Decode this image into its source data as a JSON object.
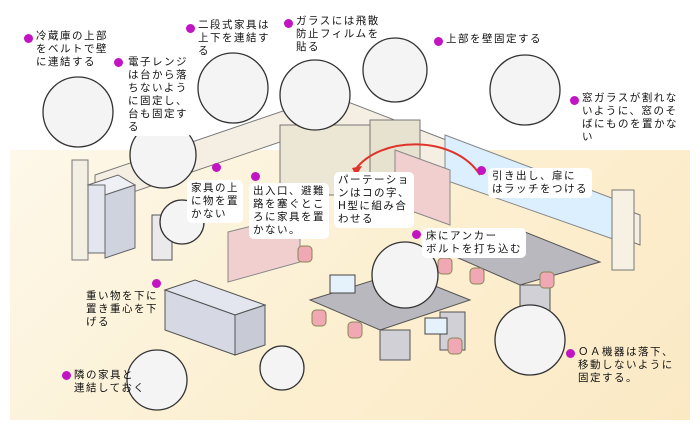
{
  "colors": {
    "bullet": "#c214c2",
    "floor": "#fcefd0",
    "partition": "#f2cfcf",
    "chair": "#f0a8b4",
    "furniture": "#d9d9df",
    "glass": "#d6ecf8",
    "arrow": "#e0342a"
  },
  "labels": [
    {
      "id": "fridge",
      "text": "冷蔵庫の上部\nをベルトで壁\nに連結する"
    },
    {
      "id": "microwave",
      "text": "電子レンジ\nは台から落\nちないよう\nに固定し、\n台も固定す\nる"
    },
    {
      "id": "two-tier",
      "text": "二段式家具は\n上下を連結す\nる"
    },
    {
      "id": "glass-film",
      "text": "ガラスには飛散\n防止フィルムを\n貼る"
    },
    {
      "id": "top-wall",
      "text": "上部を壁固定する"
    },
    {
      "id": "window",
      "text": "窓ガラスが割れな\nいように、窓のそ\nばにものを置かな\nい"
    },
    {
      "id": "on-top",
      "text": "家具の上\nに物を置\nかない"
    },
    {
      "id": "exit",
      "text": "出入口、避難\n路を塞ぐとこ\nろに家具を置\nかない。"
    },
    {
      "id": "partition",
      "text": "パーテーショ\nンはコの字、\nH型に組み合\nわせる"
    },
    {
      "id": "latch",
      "text": "引き出し、扉に\nはラッチをつける"
    },
    {
      "id": "anchor",
      "text": "床にアンカー\nボルトを打ち込む"
    },
    {
      "id": "heavy",
      "text": "重い物を下に\n置き重心を下\nげる"
    },
    {
      "id": "adjacent",
      "text": "隣の家具と\n連結しておく"
    },
    {
      "id": "oa",
      "text": "ＯＡ機器は落下、\n移動しないように\n固定する。"
    }
  ]
}
